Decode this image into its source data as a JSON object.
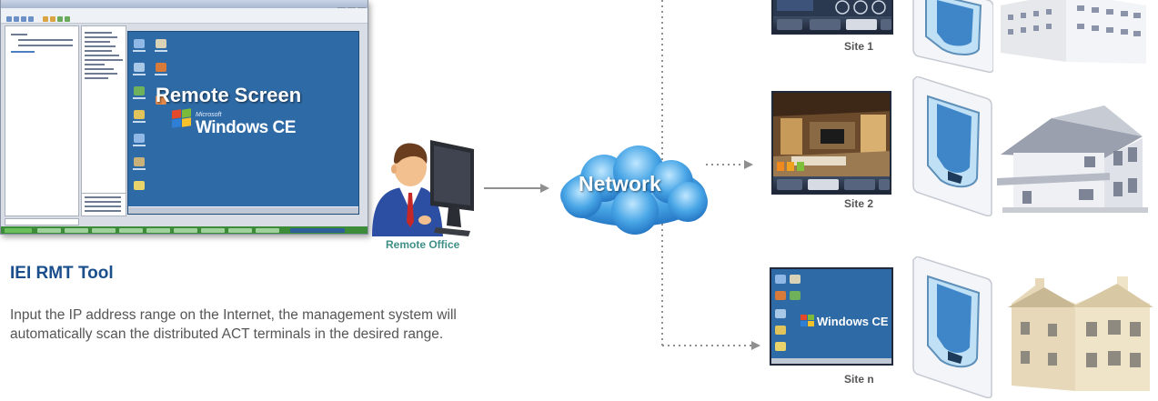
{
  "rmt_window": {
    "remote_screen_label": "Remote Screen",
    "wince_brand": "Microsoft",
    "wince_logo": "Windows CE"
  },
  "remote_office": {
    "label": "Remote Office"
  },
  "network": {
    "label": "Network"
  },
  "tool": {
    "heading": "IEI RMT Tool",
    "description": "Input the IP address range on the Internet, the management system will automatically scan the distributed ACT terminals in the desired range."
  },
  "sites": [
    {
      "label": "Site 1"
    },
    {
      "label": "Site 2"
    },
    {
      "label": "Site n",
      "wince_logo": "Windows CE"
    }
  ],
  "colors": {
    "heading_blue": "#1a4f8c",
    "remote_office_teal": "#3e8f88",
    "desktop_blue": "#2e6aa5",
    "text_gray": "#555555",
    "connector_gray": "#8f8f8f"
  }
}
